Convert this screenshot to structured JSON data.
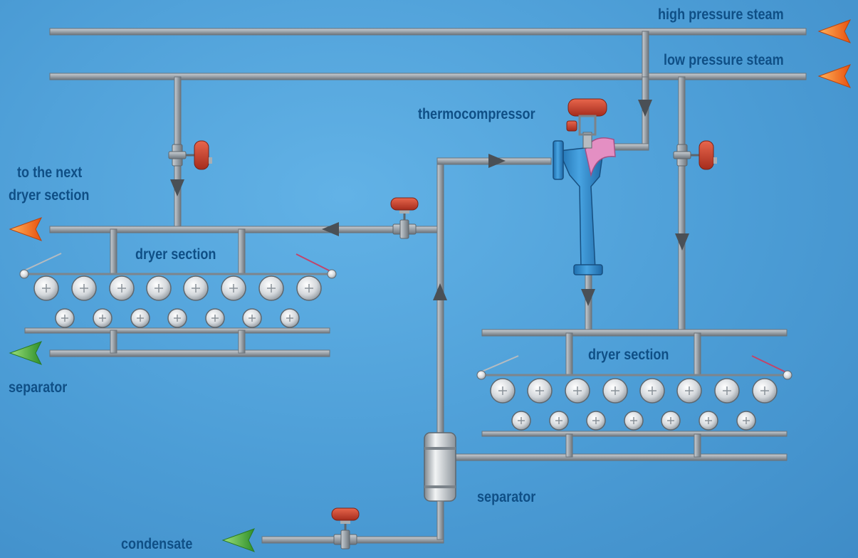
{
  "labels": {
    "high_pressure_steam": "high pressure steam",
    "low_pressure_steam": "low pressure steam",
    "thermocompressor": "thermocompressor",
    "to_next_line1": "to the next",
    "to_next_line2": "dryer section",
    "dryer_section_left": "dryer section",
    "dryer_section_right": "dryer section",
    "separator_left": "separator",
    "separator_right": "separator",
    "condensate": "condensate"
  },
  "colors": {
    "background": "#4f9fd8",
    "pipe": "#9fa7ae",
    "pipe_edge": "#6c737a",
    "flow_arrow": "#4a5056",
    "steam_arrow": "#f06a1c",
    "condensate_arrow": "#4fae3a",
    "valve_actuator": "#c8402e",
    "thermocompressor_body": "#2f86c8",
    "thermocompressor_nozzle": "#e48fc3",
    "label_text": "#0f4f86"
  },
  "icons": {
    "inlet": "orange-arrow-icon",
    "outlet_steam": "orange-arrow-icon",
    "outlet_condensate": "green-arrow-icon",
    "valve": "control-valve-icon",
    "cylinder": "dryer-cylinder-icon"
  }
}
